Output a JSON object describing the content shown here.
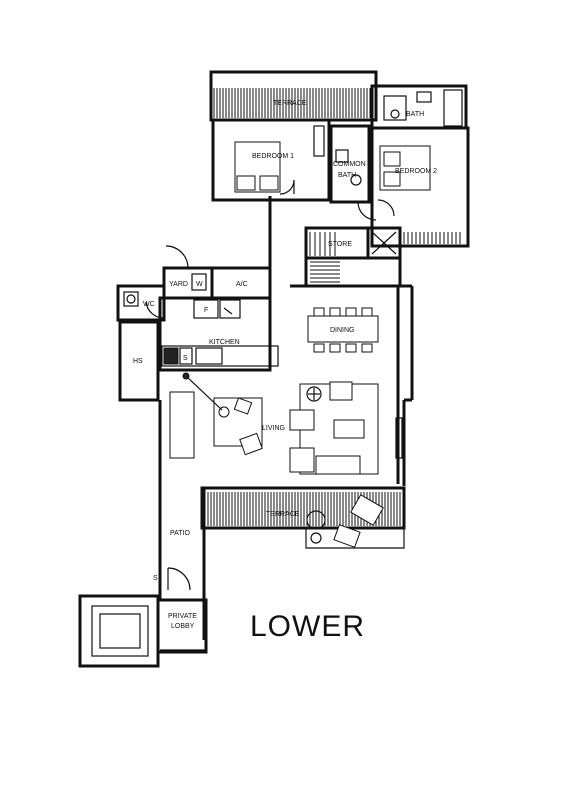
{
  "plan_title": "LOWER",
  "rooms": {
    "terrace_top": "TERRACE",
    "bath_top": "BATH",
    "bedroom1": "BEDROOM 1",
    "common_bath_line1": "COMMON",
    "common_bath_line2": "BATH",
    "bedroom2": "BEDROOM 2",
    "store": "STORE",
    "yard": "YARD",
    "w": "W",
    "ac": "A/C",
    "wc": "WC",
    "f": "F",
    "kitchen": "KITCHEN",
    "hs": "HS",
    "s_kitchen": "S",
    "dining": "DINING",
    "living": "LIVING",
    "terrace_bottom": "TERRACE",
    "patio": "PATIO",
    "s_lobby": "S",
    "private_lobby_line1": "PRIVATE",
    "private_lobby_line2": "LOBBY"
  }
}
